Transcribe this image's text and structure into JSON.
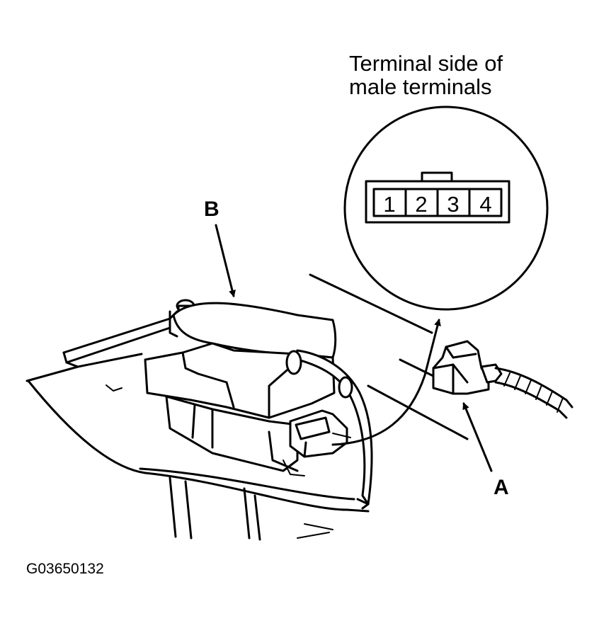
{
  "callout": {
    "title_line1": "Terminal side of",
    "title_line2": "male terminals"
  },
  "connector_pins": [
    "1",
    "2",
    "3",
    "4"
  ],
  "labels": {
    "connector": "A",
    "sensor": "B"
  },
  "figure_code": "G03650132",
  "colors": {
    "ink": "#000000",
    "paper": "#ffffff"
  }
}
